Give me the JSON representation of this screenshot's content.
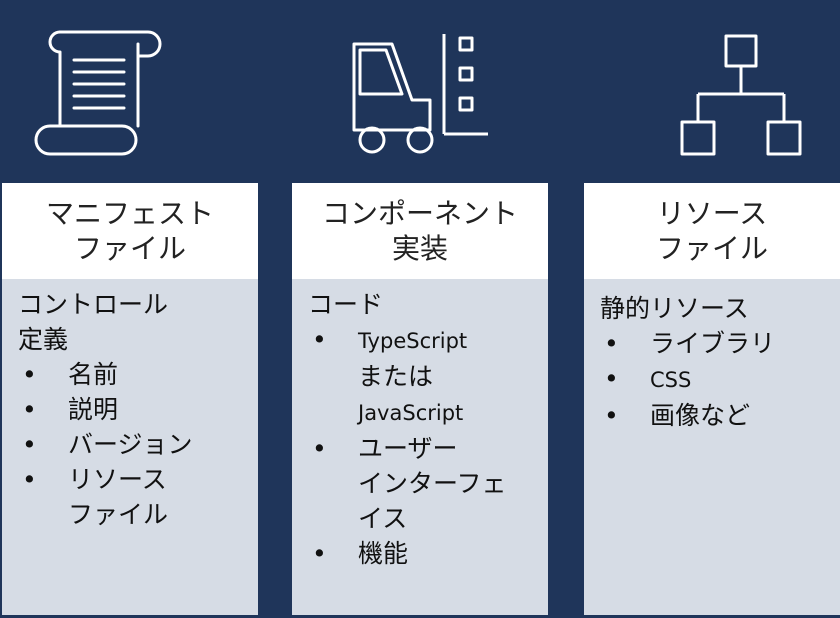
{
  "colors": {
    "navy": "#1f355a",
    "panel": "#d6dce5",
    "white": "#ffffff"
  },
  "columns": [
    {
      "icon": "scroll-icon",
      "title_lines": [
        "マニフェスト",
        "ファイル"
      ],
      "heading_lines": [
        "コントロール",
        "定義"
      ],
      "items": [
        {
          "lines": [
            "名前"
          ]
        },
        {
          "lines": [
            "説明"
          ]
        },
        {
          "lines": [
            "バージョン"
          ]
        },
        {
          "lines": [
            "リソース",
            "ファイル"
          ]
        }
      ]
    },
    {
      "icon": "forklift-icon",
      "title_lines": [
        "コンポーネント",
        "実装"
      ],
      "heading_lines": [
        "コード"
      ],
      "items": [
        {
          "lines": [
            "TypeScript",
            "または",
            "JavaScript"
          ]
        },
        {
          "lines": [
            "ユーザー",
            "インターフェ",
            "イス"
          ]
        },
        {
          "lines": [
            "機能"
          ]
        }
      ]
    },
    {
      "icon": "hierarchy-icon",
      "title_lines": [
        "リソース",
        "ファイル"
      ],
      "heading_lines": [
        "静的リソース"
      ],
      "items": [
        {
          "lines": [
            "ライブラリ"
          ]
        },
        {
          "lines": [
            "CSS"
          ]
        },
        {
          "lines": [
            "画像など"
          ]
        }
      ]
    }
  ]
}
